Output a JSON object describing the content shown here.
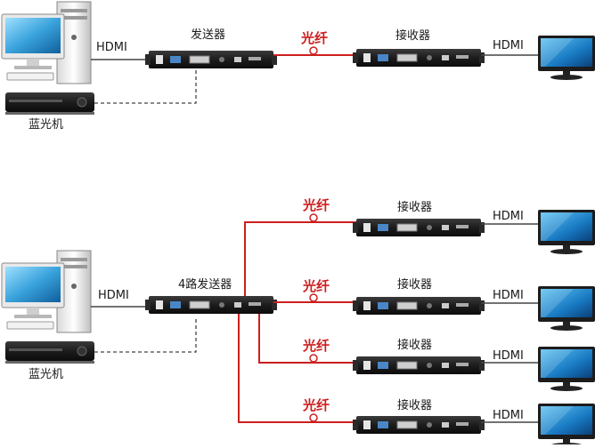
{
  "top_section": {
    "hdmi_in_label": "HDMI",
    "transmitter_label": "发送器",
    "fiber_label": "光纤",
    "receiver_label": "接收器",
    "hdmi_out_label": "HDMI",
    "bluray_label": "蓝光机"
  },
  "bottom_section": {
    "hdmi_in_label": "HDMI",
    "transmitter_label": "4路发送器",
    "bluray_label": "蓝光机",
    "branches": [
      {
        "fiber_label": "光纤",
        "receiver_label": "接收器",
        "hdmi_out_label": "HDMI"
      },
      {
        "fiber_label": "光纤",
        "receiver_label": "接收器",
        "hdmi_out_label": "HDMI"
      },
      {
        "fiber_label": "光纤",
        "receiver_label": "接收器",
        "hdmi_out_label": "HDMI"
      },
      {
        "fiber_label": "光纤",
        "receiver_label": "接收器",
        "hdmi_out_label": "HDMI"
      }
    ]
  },
  "colors": {
    "fiber_line": "#cc1f1f",
    "cable_line": "#444444",
    "device_body": "#1c1c1c",
    "screen_blue": "#3aa3dc"
  }
}
